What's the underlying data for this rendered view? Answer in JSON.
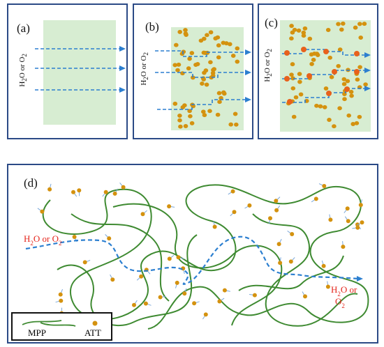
{
  "panels": {
    "a": {
      "label": "(a)",
      "gas_label": "H2O or O2"
    },
    "b": {
      "label": "(b)",
      "gas_label": "H2O or O2"
    },
    "c": {
      "label": "(c)",
      "gas_label": "H2O or O2"
    },
    "d": {
      "label": "(d)",
      "gas_in": "H2O or O2",
      "gas_out_line1": "H2O or",
      "gas_out_line2": "O2",
      "legend": {
        "mpp": "MPP",
        "att": "ATT"
      }
    }
  },
  "colors": {
    "border": "#2b4a86",
    "matrix": "#d7edd2",
    "particle": "#d4920f",
    "bound_particle": "#e8611c",
    "arrow": "#2c7fd0",
    "chain": "#3e8a31",
    "gas_text": "#e4241b"
  },
  "icons": [
    "arrow-right-icon",
    "particle-dot-icon",
    "polymer-chain-icon"
  ]
}
